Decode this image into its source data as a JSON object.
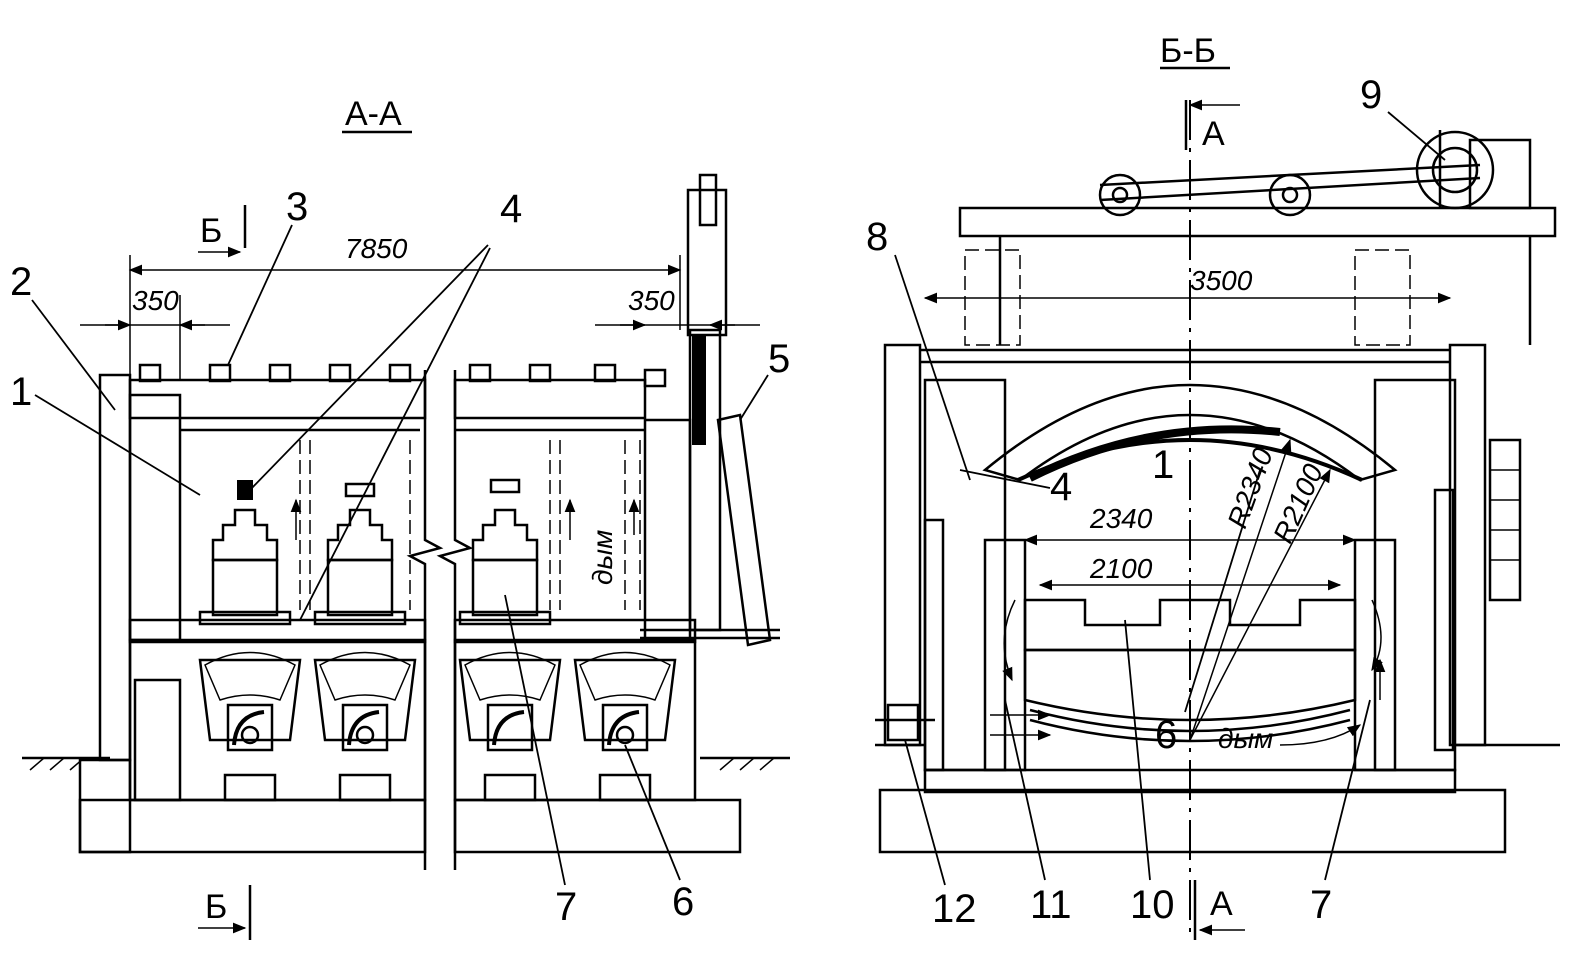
{
  "sections": {
    "left_title": "А-А",
    "right_title": "Б-Б",
    "cut_b": "Б",
    "cut_a": "А"
  },
  "left_view": {
    "dim_overall": "7850",
    "dim_left": "350",
    "dim_right": "350",
    "smoke": "дым",
    "callouts": [
      "1",
      "2",
      "3",
      "4",
      "5",
      "6",
      "7"
    ]
  },
  "right_view": {
    "dim_top": "3500",
    "dim_2340": "2340",
    "dim_2100": "2100",
    "radius_outer": "R2340",
    "radius_inner": "R2100",
    "smoke": "дым",
    "chamber_label": "1",
    "callouts": [
      "4",
      "6",
      "7",
      "8",
      "9",
      "10",
      "11",
      "12"
    ]
  },
  "colors": {
    "ink": "#000000",
    "paper": "#ffffff"
  }
}
